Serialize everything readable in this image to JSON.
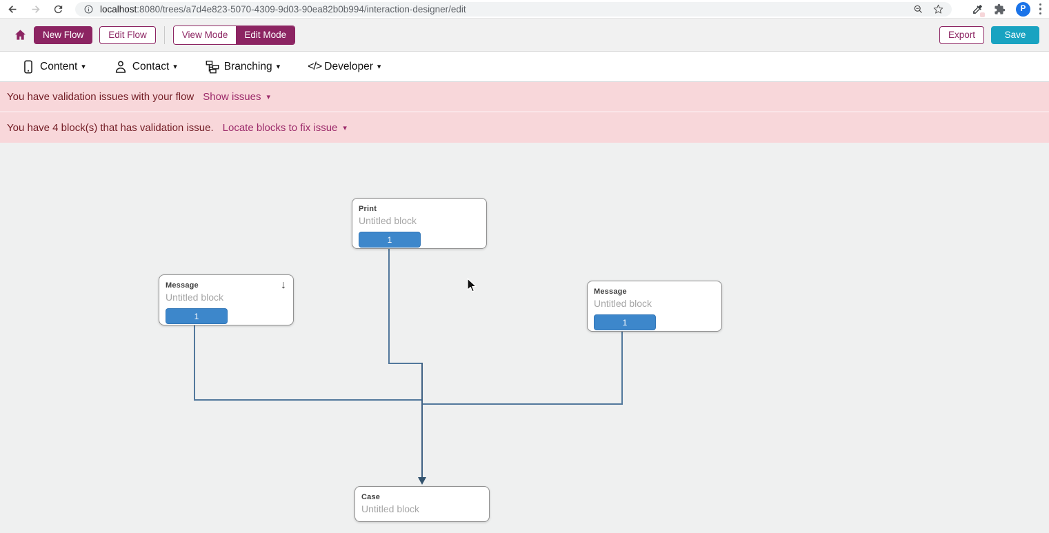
{
  "browser": {
    "url_host": "localhost",
    "url_path": ":8080/trees/a7d4e823-5070-4309-9d03-90ea82b0b994/interaction-designer/edit",
    "profile_initial": "P"
  },
  "toolbar": {
    "new_flow_label": "New Flow",
    "edit_flow_label": "Edit Flow",
    "view_mode_label": "View Mode",
    "edit_mode_label": "Edit Mode",
    "export_label": "Export",
    "save_label": "Save"
  },
  "menubar": {
    "items": [
      {
        "label": "Content",
        "icon": "smartphone-icon"
      },
      {
        "label": "Contact",
        "icon": "person-icon"
      },
      {
        "label": "Branching",
        "icon": "org-chart-icon"
      },
      {
        "label": "Developer",
        "icon": "code-icon"
      }
    ]
  },
  "alerts": [
    {
      "message": "You have validation issues with your flow",
      "action_label": "Show issues"
    },
    {
      "message": "You have 4 block(s) that has validation issue.",
      "action_label": "Locate blocks to fix issue"
    }
  ],
  "canvas": {
    "blocks": [
      {
        "type": "Print",
        "name": "Untitled block",
        "exit_label": "1"
      },
      {
        "type": "Message",
        "name": "Untitled block",
        "exit_label": "1"
      },
      {
        "type": "Message",
        "name": "Untitled block",
        "exit_label": "1"
      },
      {
        "type": "Case",
        "name": "Untitled block"
      }
    ]
  },
  "icons": {
    "caret_glyph": "▾",
    "developer_glyph": "</>",
    "download_arrow_glyph": "↓"
  },
  "colors": {
    "accent_maroon": "#8c2462",
    "save_teal": "#19a3c1",
    "exit_blue": "#3d87cb",
    "connector_blue": "#52789c",
    "arrow_dark": "#33536e",
    "alert_bg": "#f8d7da",
    "alert_text": "#721c24",
    "alert_link": "#9c2a6a",
    "avatar_blue": "#1a73e8"
  }
}
